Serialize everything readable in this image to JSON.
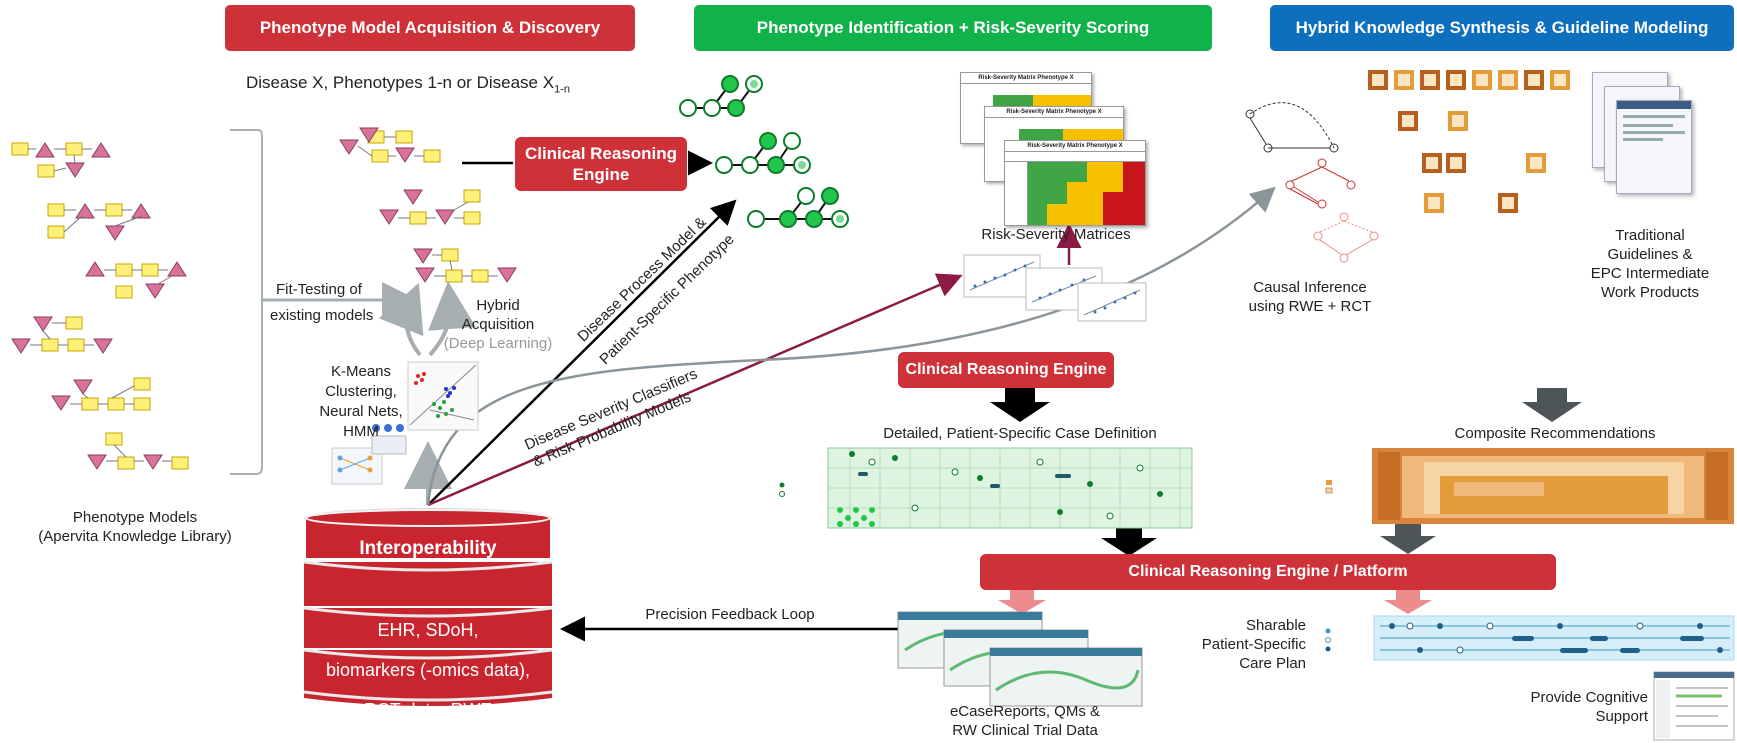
{
  "headers": {
    "left": "Phenotype Model Acquisition & Discovery",
    "middle": "Phenotype Identification + Risk-Severity Scoring",
    "right": "Hybrid Knowledge Synthesis & Guideline Modeling"
  },
  "disease_line": "Disease X,  Phenotypes 1-n  or Disease X",
  "disease_sub": "1-n",
  "cre_label": "Clinical Reasoning Engine",
  "cre_platform_label": "Clinical Reasoning Engine / Platform",
  "fit_testing_line1": "Fit-Testing of",
  "fit_testing_line2": "existing models",
  "hybrid_acq_line1": "Hybrid",
  "hybrid_acq_line2": "Acquisition",
  "hybrid_acq_line3": "(Deep Learning)",
  "kmeans_lines": [
    "K-Means",
    "Clustering,",
    "Neural Nets,",
    "HMM"
  ],
  "phenotype_models_line1": "Phenotype Models",
  "phenotype_models_line2": "(Apervita Knowledge Library)",
  "disease_process_line1": "Disease Process Model &",
  "disease_process_line2": "Patient-Specific Phenotype",
  "severity_line1": "Disease Severity Classifiers",
  "severity_line2": "& Risk Probability Models",
  "interoperability": "Interoperability",
  "db_rows": [
    "EHR, SDoH,",
    "biomarkers (-omics data),",
    "RCT data, RWE"
  ],
  "risk_matrices_label": "Risk-Severity  Matrices",
  "matrix_title": "Risk-Severity Matrix Phenotype X",
  "causal_line1": "Causal Inference",
  "causal_line2": "using RWE + RCT",
  "traditional_lines": [
    "Traditional",
    "Guidelines &",
    "EPC Intermediate",
    "Work Products"
  ],
  "case_definition": "Detailed, Patient-Specific Case Definition",
  "composite_recs": "Composite Recommendations",
  "precision_feedback": "Precision Feedback Loop",
  "ecase_line1": "eCaseReports, QMs &",
  "ecase_line2": "RW Clinical Trial Data",
  "sharable_lines": [
    "Sharable",
    "Patient-Specific",
    "Care Plan"
  ],
  "cognitive_line1": "Provide Cognitive",
  "cognitive_line2": "Support",
  "colors": {
    "red": "#cf3139",
    "green": "#12b24a",
    "blue": "#0f6fbf",
    "node_yellow": "#fff07a",
    "node_pink": "#d9729a",
    "dark_green": "#0d7d2b"
  }
}
